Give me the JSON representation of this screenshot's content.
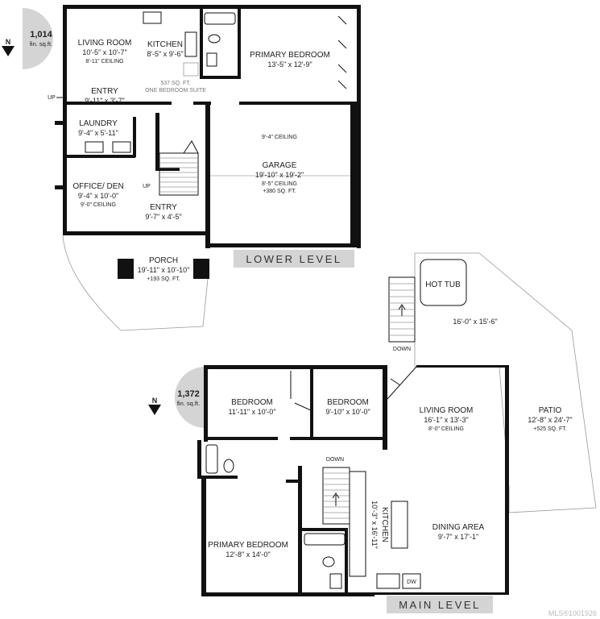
{
  "lower": {
    "sqft_value": "1,014",
    "sqft_unit": "fin. sq.ft.",
    "north": "N",
    "living_room": {
      "name": "LIVING ROOM",
      "dims": "10'-5\" x 10'-7\"",
      "ceiling": "8'-11\" CEILING"
    },
    "kitchen": {
      "name": "KITCHEN",
      "dims": "8'-5\" x 9'-6\""
    },
    "primary_bedroom": {
      "name": "PRIMARY BEDROOM",
      "dims": "13'-5\" x 12'-9\""
    },
    "entry_top": {
      "name": "ENTRY",
      "dims": "9'-11\" x 3'-7\""
    },
    "suite_note_1": "537 SQ. FT.",
    "suite_note_2": "ONE BEDROOM SUITE",
    "laundry": {
      "name": "LAUNDRY",
      "dims": "9'-4\" x 5'-11\""
    },
    "garage_ceiling": "9'-4\" CEILING",
    "garage": {
      "name": "GARAGE",
      "dims": "19'-10\" x 19'-2\"",
      "ceiling": "8'-5\" CEILING",
      "area": "+380 SQ. FT."
    },
    "office": {
      "name": "OFFICE/ DEN",
      "dims": "9'-4\" x 10'-0\"",
      "ceiling": "9'-0\" CEILING"
    },
    "entry_bottom": {
      "name": "ENTRY",
      "dims": "9'-7\" x 4'-5\""
    },
    "up_left": "UP",
    "up_stair": "UP",
    "porch": {
      "name": "PORCH",
      "dims": "19'-11\" x 10'-10\"",
      "area": "+193 SQ. FT."
    },
    "banner": "LOWER LEVEL"
  },
  "main": {
    "sqft_value": "1,372",
    "sqft_unit": "fin. sq.ft.",
    "north": "N",
    "hot_tub": "HOT TUB",
    "deck_dims": "16'-0\" x 15'-6\"",
    "down_deck": "DOWN",
    "bedroom_1": {
      "name": "BEDROOM",
      "dims": "11'-11\" x 10'-0\""
    },
    "bedroom_2": {
      "name": "BEDROOM",
      "dims": "9'-10\" x 10'-0\""
    },
    "living_room": {
      "name": "LIVING ROOM",
      "dims": "16'-1\" x 13'-3\"",
      "ceiling": "8'-0\" CEILING"
    },
    "patio": {
      "name": "PATIO",
      "dims": "12'-8\" x 24'-7\"",
      "area": "+525 SQ. FT."
    },
    "down_stair": "DOWN",
    "kitchen": {
      "name": "KITCHEN",
      "dims": "10'-3\" x 16'-11\""
    },
    "dining": {
      "name": "DINING AREA",
      "dims": "9'-7\" x 17'-1\""
    },
    "primary_bedroom": {
      "name": "PRIMARY BEDROOM",
      "dims": "12'-8\" x 14'-0\""
    },
    "dw": "DW",
    "banner": "MAIN LEVEL"
  },
  "mls": "MLS®1001926"
}
